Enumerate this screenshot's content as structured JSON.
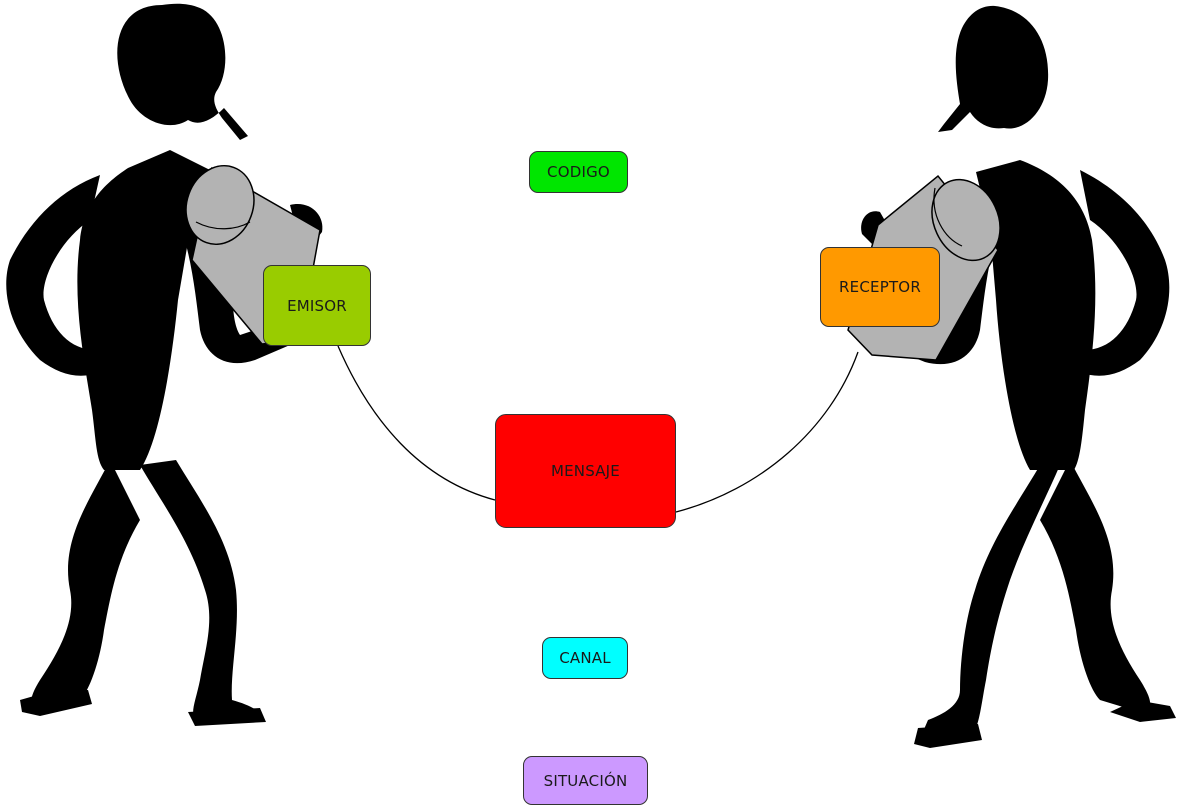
{
  "diagram": {
    "nodes": {
      "codigo": {
        "label": "CODIGO",
        "color": "#00e600"
      },
      "emisor": {
        "label": "EMISOR",
        "color": "#99cc00"
      },
      "receptor": {
        "label": "RECEPTOR",
        "color": "#ff9900"
      },
      "mensaje": {
        "label": "MENSAJE",
        "color": "#ff0000"
      },
      "canal": {
        "label": "CANAL",
        "color": "#00ffff"
      },
      "situacion": {
        "label": "SITUACIÓN",
        "color": "#cc99ff"
      }
    },
    "connections": [
      {
        "from": "emisor",
        "to": "mensaje"
      },
      {
        "from": "mensaje",
        "to": "receptor"
      }
    ],
    "figures": [
      {
        "name": "sender-figure",
        "holds": "tin-can"
      },
      {
        "name": "receiver-figure",
        "holds": "tin-can"
      }
    ],
    "colors": {
      "silhouette": "#000000",
      "can": "#b3b3b3",
      "background": "#ffffff"
    }
  }
}
